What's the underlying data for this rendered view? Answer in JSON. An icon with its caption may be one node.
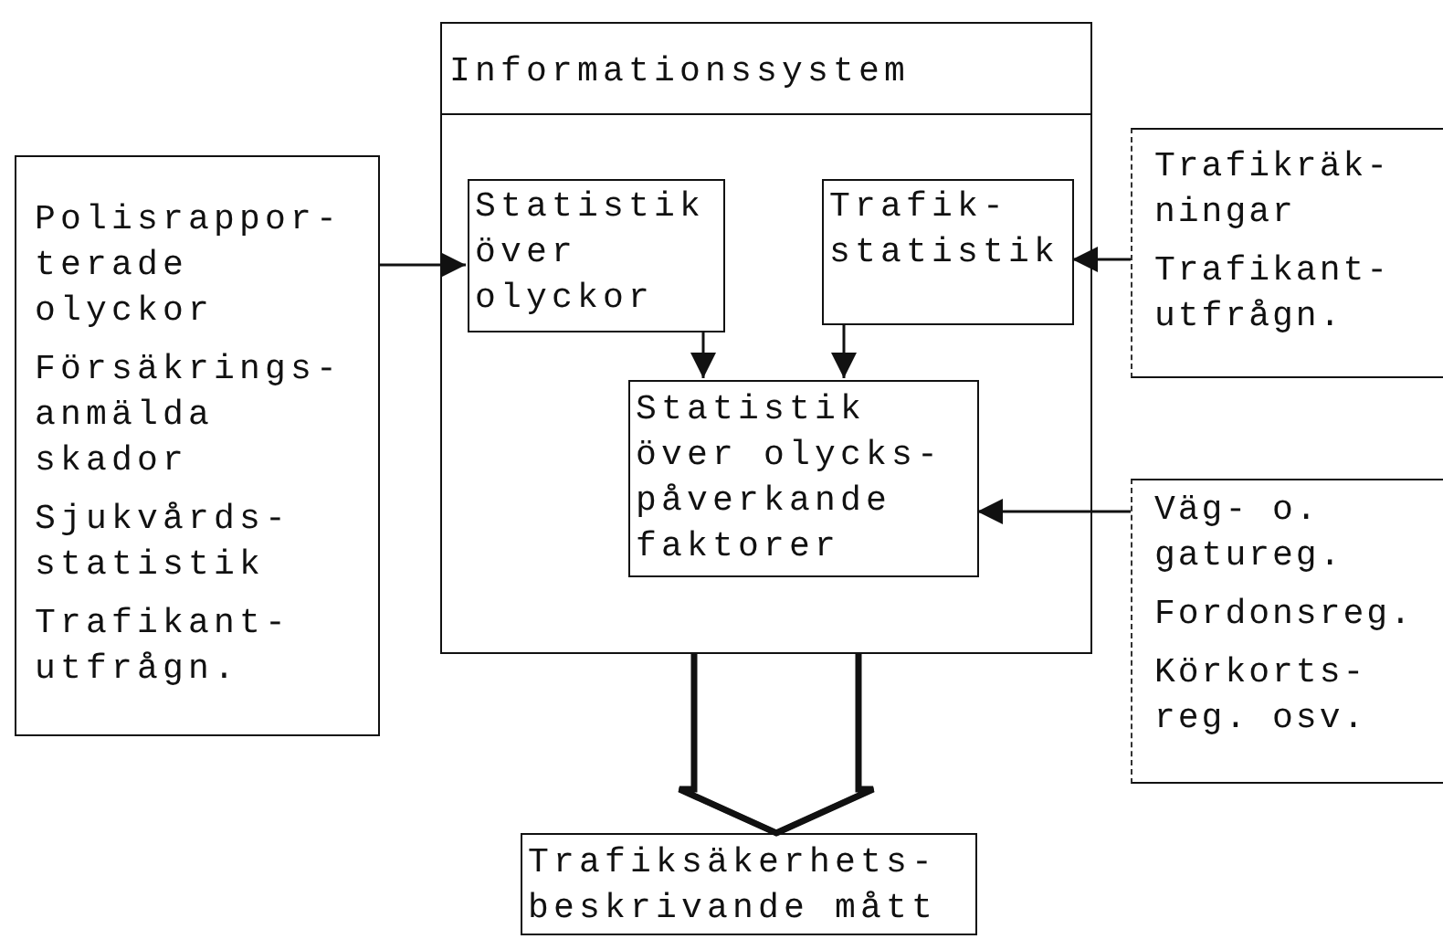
{
  "diagram": {
    "nodes": [
      {
        "text": [
          "Polisrappor- terade olyckor",
          "Försäkrings- anmälda skador",
          "Sjukvårds- statistik",
          "Trafikant- utfrågn."
        ]
      },
      {
        "text": [
          "Informationssystem"
        ]
      },
      {
        "text": [
          "Statistik över olyckor"
        ],
        "in": 1
      },
      {
        "text": [
          "Trafik- statistik"
        ],
        "in": 1
      },
      {
        "text": [
          "Statistik över olycks- påverkande faktorer"
        ],
        "in": 1
      },
      {
        "text": [
          "Trafikräk- ningar",
          "Trafikant- utfrågn."
        ]
      },
      {
        "text": [
          "Väg- o. gatureg.",
          "Fordonsreg.",
          "Körkorts- reg. osv."
        ]
      },
      {
        "text": [
          "Trafiksäkerhets- beskrivande mått"
        ]
      }
    ],
    "edges": [
      {
        "from": 0,
        "to": 2,
        "arrow": "to"
      },
      {
        "from": 5,
        "to": 3,
        "arrow": "to"
      },
      {
        "from": 2,
        "to": 4,
        "arrow": "to"
      },
      {
        "from": 3,
        "to": 4,
        "arrow": "to"
      },
      {
        "from": 6,
        "to": 4,
        "arrow": "to"
      },
      {
        "from": 1,
        "to": 7,
        "arrow": "to",
        "style": "thick"
      }
    ]
  }
}
